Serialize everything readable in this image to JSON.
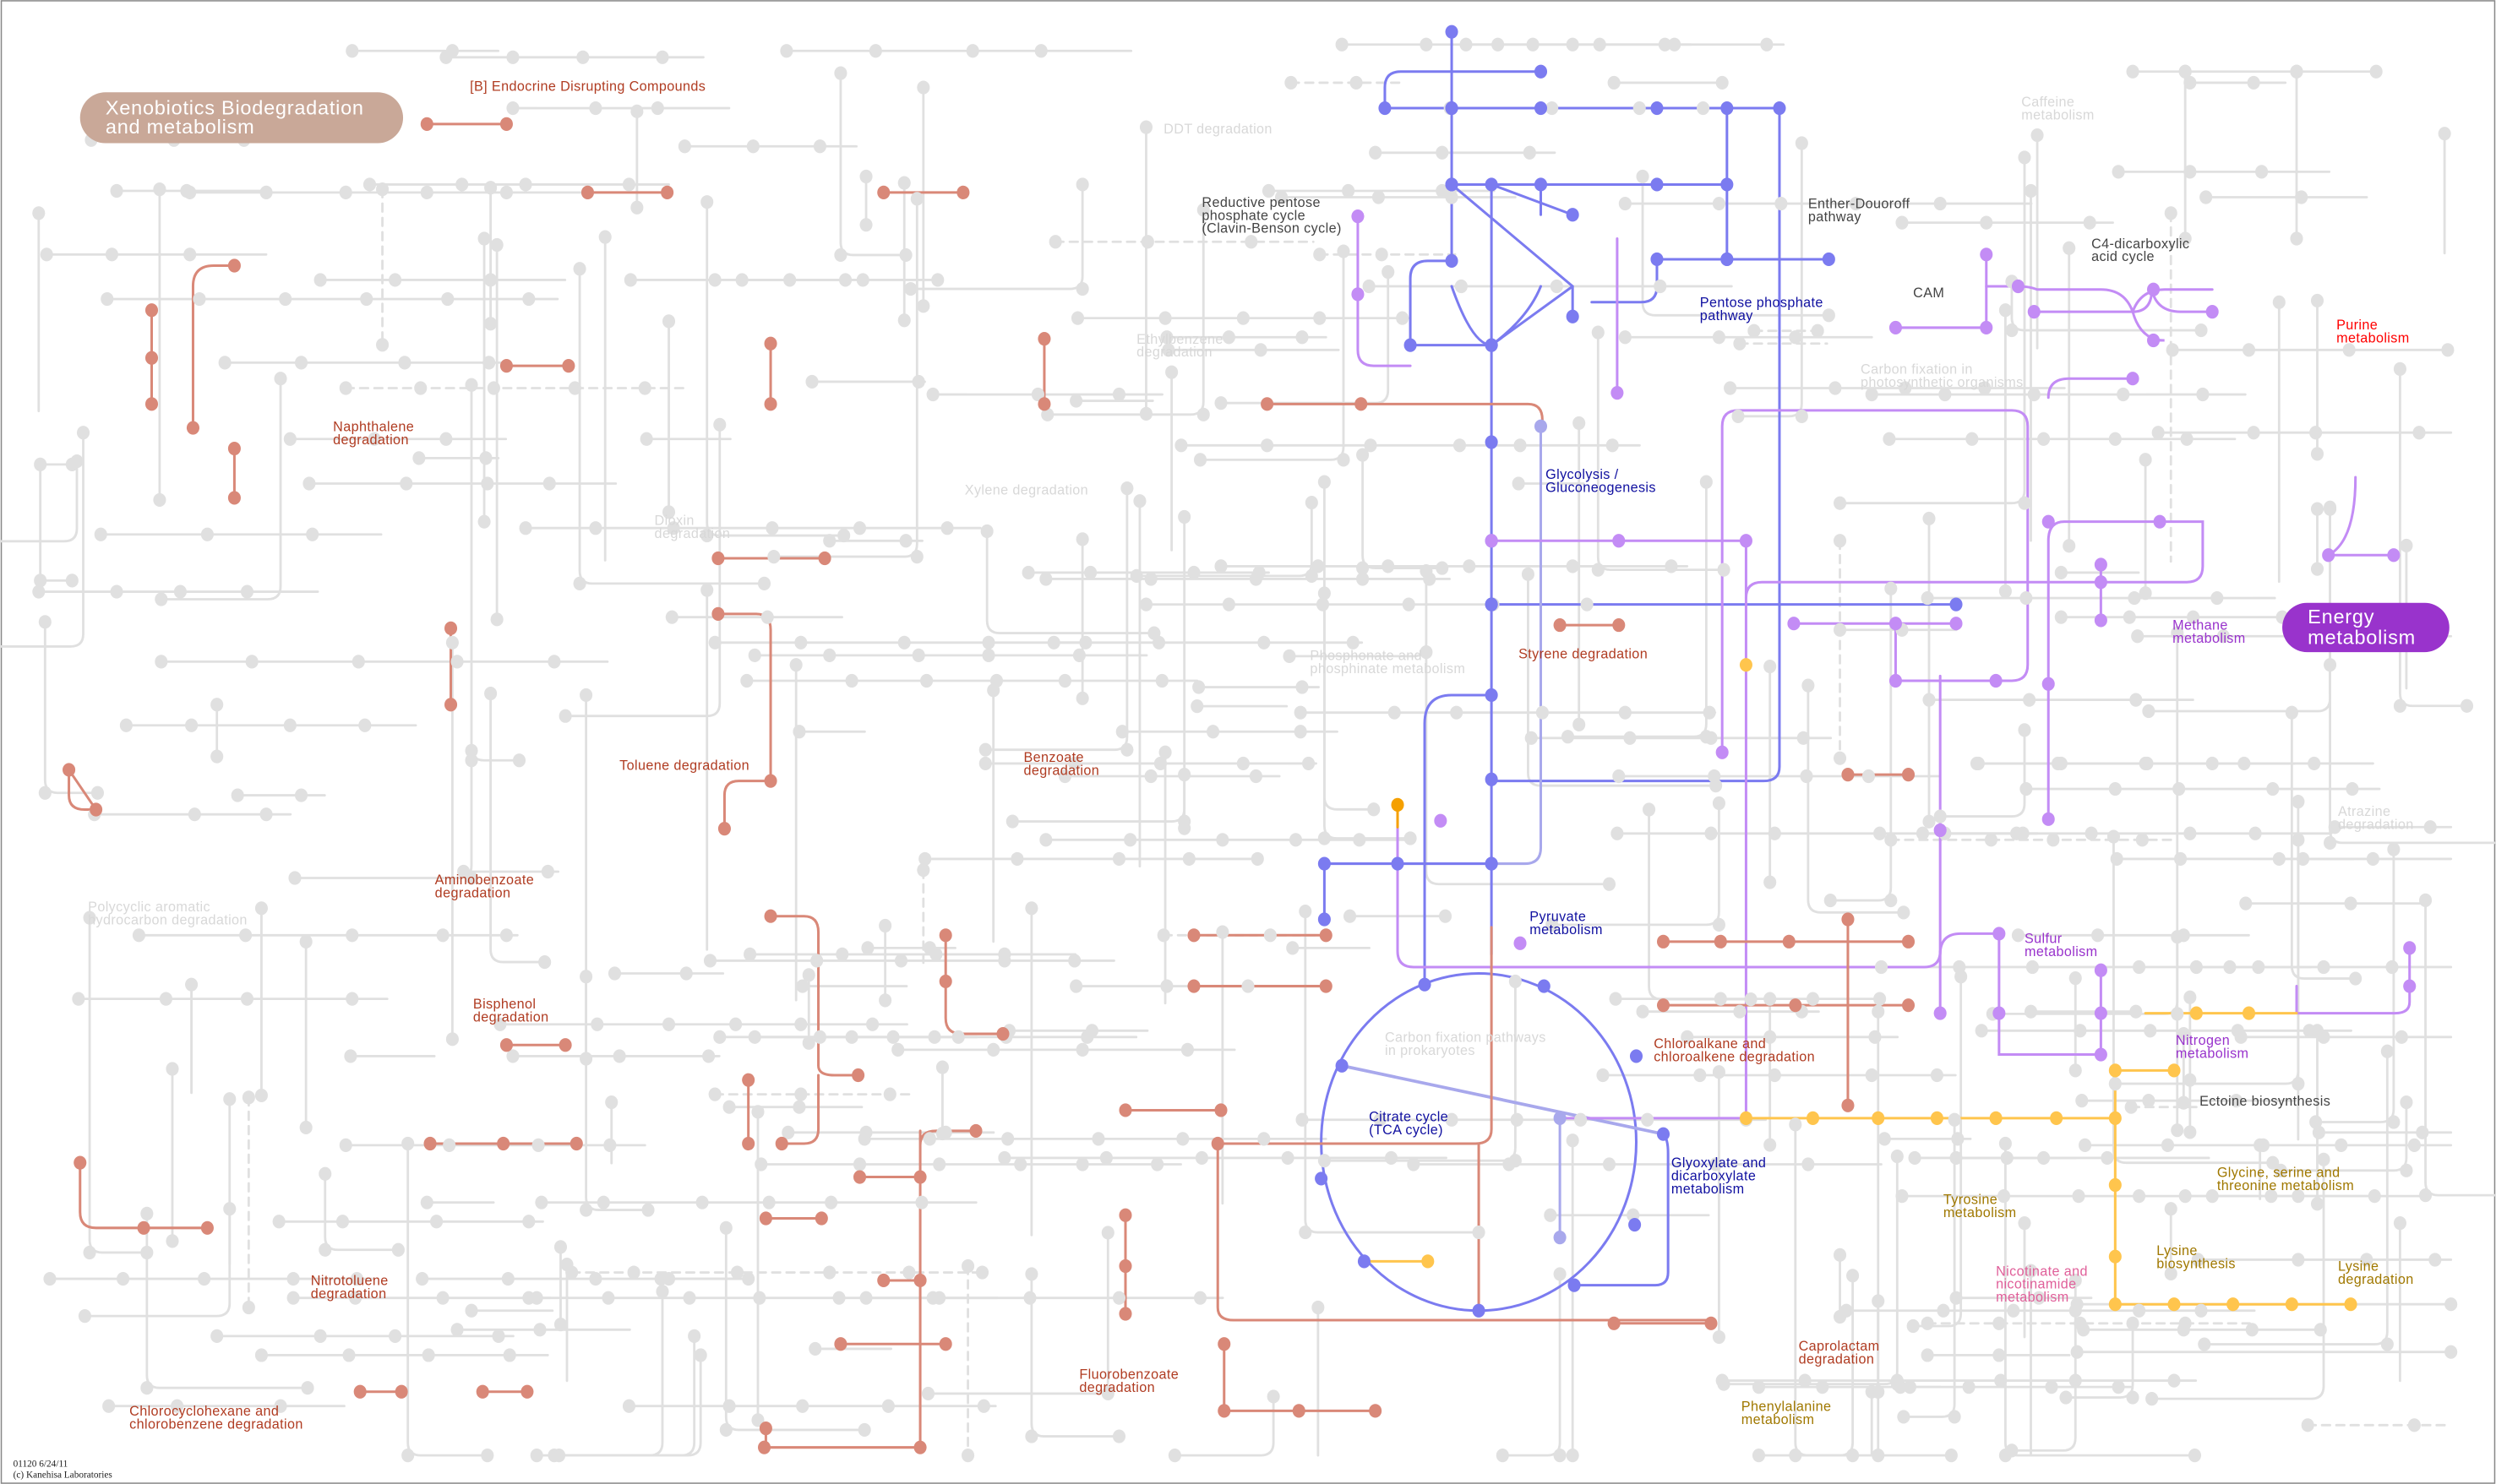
{
  "map": {
    "id": "01120 6/24/11",
    "copyright": "(c) Kanehisa Laboratories"
  },
  "colors": {
    "grey": "#e0e0e0",
    "blue": "#7b7bf0",
    "blue_light": "#a8a8ec",
    "purple": "#c38cf5",
    "yellow": "#ffc54d",
    "orange": "#f5a000",
    "red": "#d98878",
    "label_red": "#b03c22",
    "label_bright_red": "#ff0000",
    "label_navy": "#1010a0",
    "label_purple": "#9933cc",
    "label_olive": "#a07800",
    "label_pink": "#e0609a",
    "label_dark": "#444444",
    "label_faded": "#d8d8d8",
    "badge_xeno": "#c9a898",
    "badge_energy": "#9933cc"
  },
  "badges": {
    "xenobiotics": [
      "Xenobiotics Biodegradation",
      "and metabolism"
    ],
    "energy": [
      "Energy",
      "metabolism"
    ]
  },
  "labels": {
    "endocrine": [
      "[B] Endocrine Disrupting Compounds"
    ],
    "ddt": [
      "DDT degradation"
    ],
    "caffeine": [
      "Caffeine",
      "metabolism"
    ],
    "reductive_pentose": [
      "Reductive pentose",
      "phosphate cycle",
      "(Clavin-Benson cycle)"
    ],
    "entner": [
      "Enther-Douoroff",
      "pathway"
    ],
    "c4": [
      "C4-dicarboxylic",
      "acid cycle"
    ],
    "cam": [
      "CAM"
    ],
    "pentose": [
      "Pentose phosphate",
      "pathway"
    ],
    "purine": [
      "Purine",
      "metabolism"
    ],
    "ethylbenzene": [
      "Ethylbenzene",
      "degradation"
    ],
    "carbon_fix_photo": [
      "Carbon fixation in",
      "photosynthetic organisms"
    ],
    "naphthalene": [
      "Naphthalene",
      "degradation"
    ],
    "glycolysis": [
      "Glycolysis /",
      "Gluconeogenesis"
    ],
    "xylene": [
      "Xylene degradation"
    ],
    "dioxin": [
      "Dioxin",
      "degradation"
    ],
    "methane": [
      "Methane",
      "metabolism"
    ],
    "phosphonate": [
      "Phosphonate and",
      "phosphinate metabolism"
    ],
    "styrene": [
      "Styrene degradation"
    ],
    "toluene": [
      "Toluene degradation"
    ],
    "benzoate": [
      "Benzoate",
      "degradation"
    ],
    "atrazine": [
      "Atrazine",
      "degradation"
    ],
    "aminobenzoate": [
      "Aminobenzoate",
      "degradation"
    ],
    "pah": [
      "Polycyclic aromatic",
      "hydrocarbon degradation"
    ],
    "pyruvate": [
      "Pyruvate",
      "metabolism"
    ],
    "sulfur": [
      "Sulfur",
      "metabolism"
    ],
    "bisphenol": [
      "Bisphenol",
      "degradation"
    ],
    "carbon_fix_prok": [
      "Carbon fixation pathways",
      "in prokaryotes"
    ],
    "chloroalkane": [
      "Chloroalkane and",
      "chloroalkene degradation"
    ],
    "nitrogen": [
      "Nitrogen",
      "metabolism"
    ],
    "ectoine": [
      "Ectoine biosynthesis"
    ],
    "tca": [
      "Citrate cycle",
      "(TCA cycle)"
    ],
    "glyoxylate": [
      "Glyoxylate and",
      "dicarboxylate",
      "metabolism"
    ],
    "glycine": [
      "Glycine, serine and",
      "threonine metabolism"
    ],
    "tyrosine": [
      "Tyrosine",
      "metabolism"
    ],
    "lysine_bio": [
      "Lysine",
      "biosynthesis"
    ],
    "lysine_deg": [
      "Lysine",
      "degradation"
    ],
    "nicotinate": [
      "Nicotinate and",
      "nicotinamide",
      "metabolism"
    ],
    "nitrotoluene": [
      "Nitrotoluene",
      "degradation"
    ],
    "caprolactam": [
      "Caprolactam",
      "degradation"
    ],
    "fluorobenzoate": [
      "Fluorobenzoate",
      "degradation"
    ],
    "phenylalanine": [
      "Phenylalanine",
      "metabolism"
    ],
    "chlorocyclohexane": [
      "Chlorocyclohexane and",
      "chlorobenzene degradation"
    ]
  }
}
